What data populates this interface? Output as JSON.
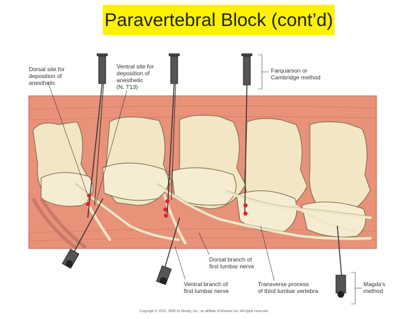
{
  "slide": {
    "title": "Paravertebral Block (cont’d)",
    "title_bg": "#fff200"
  },
  "labels": {
    "dorsal_site": "Dorsal site for\ndeposition of\nanesthetic",
    "ventral_site": "Ventral site for\ndeposition of\nanesthetic\n(N. T13)",
    "farquarson": "Farquarson or\nCambridge method",
    "dorsal_branch": "Dorsal branch of\nfirst lumbar nerve",
    "ventral_branch": "Ventral branch of\nfirst lumbar nerve",
    "transverse": "Transverse process\nof third lumbar vertebra",
    "magda": "Magda's\nmethod"
  },
  "copyright": "Copyright © 2012, 2006 by Mosby, Inc., an affiliate of Elsevier Inc. All rights reserved.",
  "colors": {
    "muscle": "#e8927a",
    "bone": "#f3e6c4",
    "nerve": "#efe7c8",
    "injection_site": "#e0202a",
    "needle": "#333333"
  },
  "icons": [
    "syringe-icon",
    "injection-site-marker"
  ]
}
